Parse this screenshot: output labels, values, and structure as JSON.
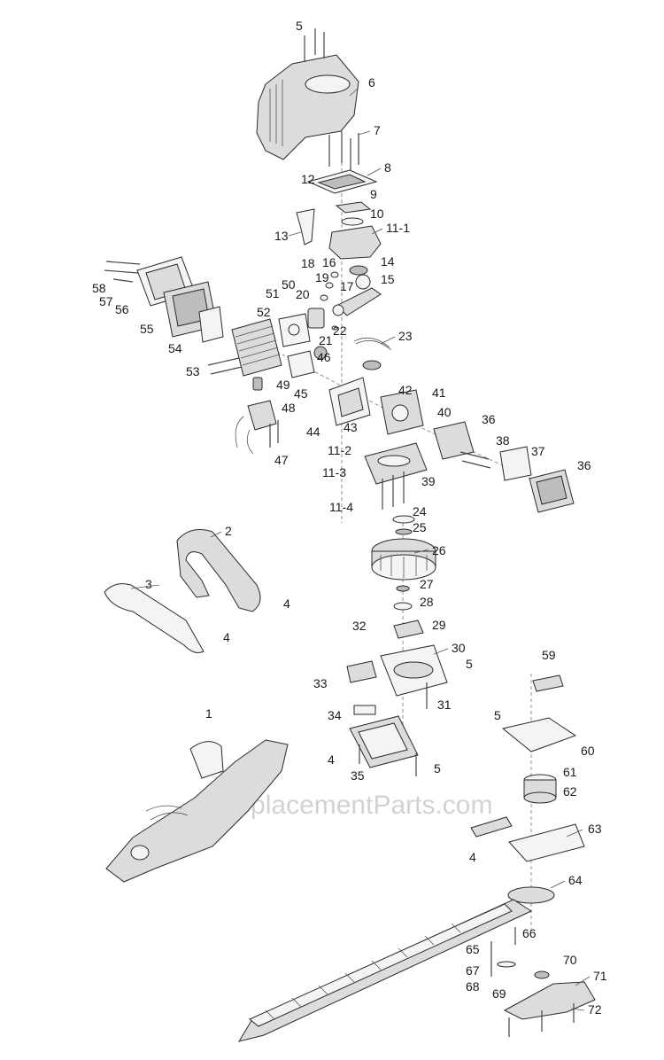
{
  "watermark": "eReplacementParts.com",
  "labels": {
    "p1": "1",
    "p2": "2",
    "p3": "3",
    "p4a": "4",
    "p4b": "4",
    "p4c": "4",
    "p4d": "4",
    "p5a": "5",
    "p5b": "5",
    "p5c": "5",
    "p5d": "5",
    "p6": "6",
    "p7": "7",
    "p8": "8",
    "p9": "9",
    "p10": "10",
    "p11_1": "11-1",
    "p11_2": "11-2",
    "p11_3": "11-3",
    "p11_4": "11-4",
    "p12": "12",
    "p13": "13",
    "p14": "14",
    "p15": "15",
    "p16": "16",
    "p17": "17",
    "p18": "18",
    "p19": "19",
    "p20": "20",
    "p21": "21",
    "p22": "22",
    "p23": "23",
    "p24": "24",
    "p25": "25",
    "p26": "26",
    "p27": "27",
    "p28": "28",
    "p29": "29",
    "p30": "30",
    "p31": "31",
    "p32": "32",
    "p33": "33",
    "p34": "34",
    "p35": "35",
    "p36a": "36",
    "p36b": "36",
    "p37": "37",
    "p38": "38",
    "p39": "39",
    "p40": "40",
    "p41": "41",
    "p42": "42",
    "p43": "43",
    "p44": "44",
    "p45": "45",
    "p46": "46",
    "p47": "47",
    "p48": "48",
    "p49": "49",
    "p50": "50",
    "p51": "51",
    "p52": "52",
    "p53": "53",
    "p54": "54",
    "p55": "55",
    "p56": "56",
    "p57": "57",
    "p58": "58",
    "p59": "59",
    "p60": "60",
    "p61": "61",
    "p62": "62",
    "p63": "63",
    "p64": "64",
    "p65": "65",
    "p66": "66",
    "p67": "67",
    "p68": "68",
    "p69": "69",
    "p70": "70",
    "p71": "71",
    "p72": "72"
  }
}
